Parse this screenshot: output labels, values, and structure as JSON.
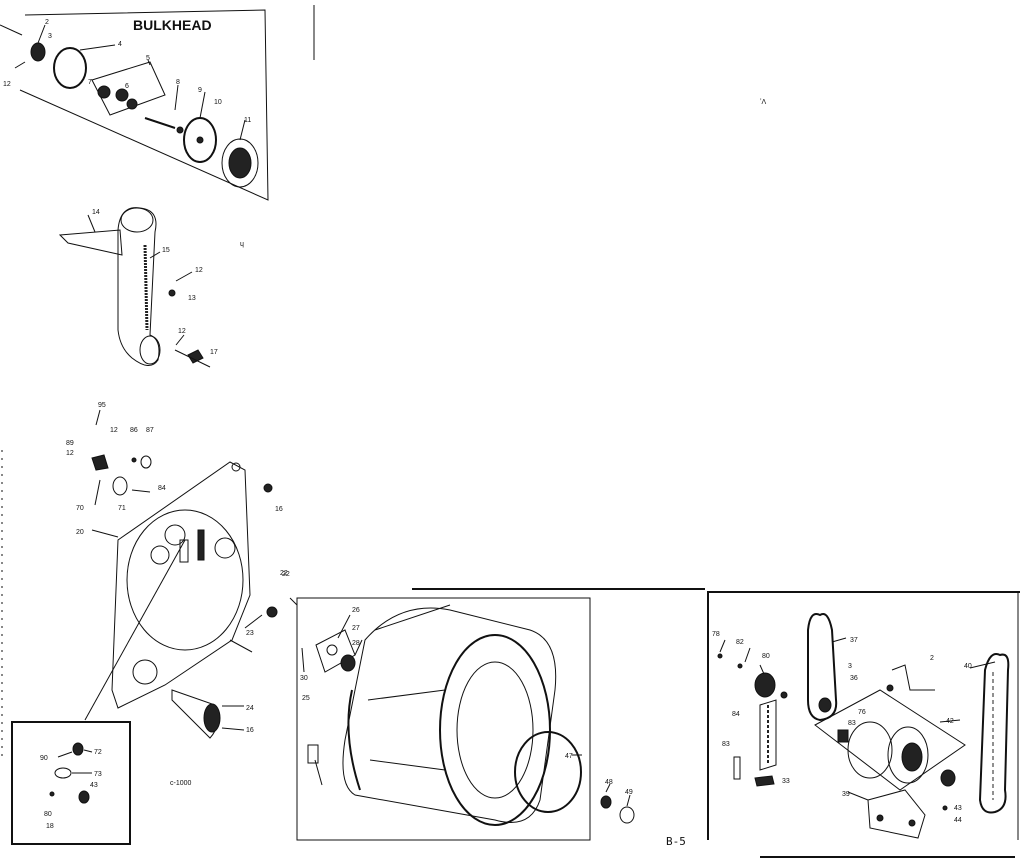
{
  "title": "BULKHEAD",
  "page_number": "B-5",
  "bulkhead_labels": [
    "2",
    "3",
    "4",
    "5",
    "6",
    "7",
    "8",
    "9",
    "10",
    "11",
    "12"
  ],
  "duct_labels": [
    "14",
    "15",
    "12",
    "13",
    "12",
    "17"
  ],
  "rear_panel_labels": [
    "95",
    "12",
    "86",
    "87",
    "89",
    "12",
    "70",
    "71",
    "84",
    "16",
    "20",
    "22",
    "23",
    "24",
    "16"
  ],
  "inset_labels": [
    "90",
    "72",
    "73",
    "43",
    "80",
    "18"
  ],
  "drum_labels": [
    "26",
    "27",
    "28",
    "30",
    "25",
    "47",
    "48",
    "49"
  ],
  "motor_labels": [
    "78",
    "82",
    "80",
    "3",
    "37",
    "2",
    "36",
    "40",
    "84",
    "83",
    "33",
    "76",
    "42",
    "83",
    "39",
    "43",
    "44"
  ],
  "stray_marks": [
    "ʼɅ",
    "ɥ",
    "c-1000"
  ]
}
